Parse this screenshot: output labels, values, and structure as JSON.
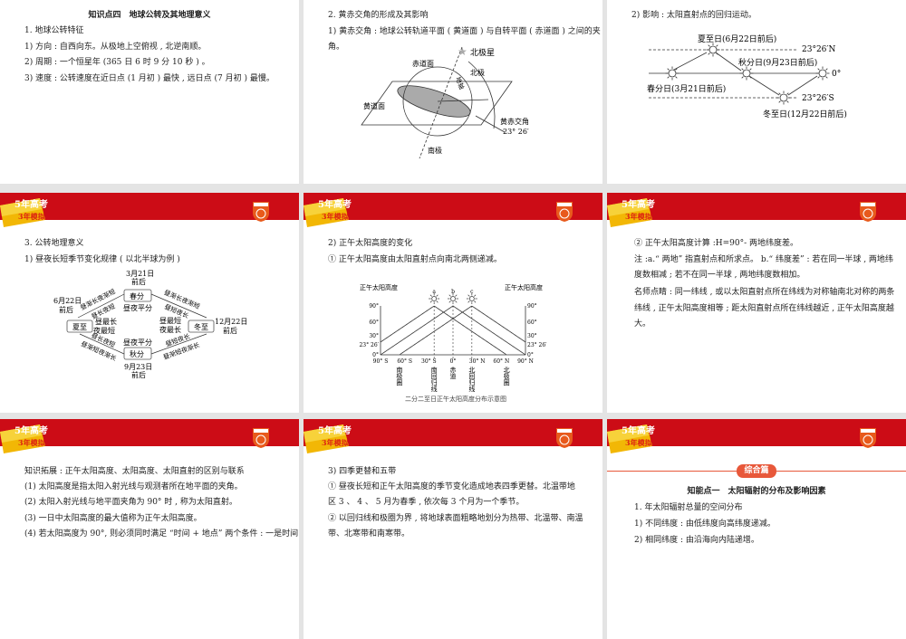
{
  "colors": {
    "header_red": "#cc0c16",
    "accent_orange": "#e8583a",
    "background": "#e4e4e4"
  },
  "logo": {
    "text_top": "5年高考",
    "text_bottom": "3年模拟"
  },
  "slide1": {
    "title": "知识点四　地球公转及其地理意义",
    "lines": [
      "1. 地球公转特征",
      "1) 方向 : 自西向东。从极地上空俯视 , 北逆南顺。",
      "2) 周期 : 一个恒星年 (365 日 6 时 9 分 10 秒 ) 。",
      "3) 速度 : 公转速度在近日点 (1 月初 ) 最快 , 远日点 (7 月初 ) 最慢。"
    ]
  },
  "slide2": {
    "lines": [
      "2. 黄赤交角的形成及其影响",
      "1) 黄赤交角 : 地球公转轨道平面 ( 黄道面 ) 与自转平面 ( 赤道面 ) 之间的夹",
      "角。"
    ],
    "diagram": {
      "polaris": "北极星",
      "north_pole": "北极",
      "equator_plane": "赤道面",
      "axis": "地轴",
      "ecliptic_plane": "黄道面",
      "obliquity": "黄赤交角",
      "obliquity_value": "23° 26′",
      "south_pole": "南极"
    }
  },
  "slide3": {
    "lines": [
      "2) 影响 : 太阳直射点的回归运动。"
    ],
    "diagram": {
      "summer": "夏至日(6月22日前后)",
      "autumn": "秋分日(9月23日前后)",
      "spring": "春分日(3月21日前后)",
      "winter": "冬至日(12月22日前后)",
      "lat_n": "23°26′N",
      "lat_0": "0°",
      "lat_s": "23°26′S"
    }
  },
  "slide4": {
    "lines": [
      "3. 公转地理意义",
      "1) 昼夜长短季节变化规律 ( 以北半球为例 )"
    ],
    "diagram": {
      "spring": "春分",
      "summer": "夏至",
      "autumn": "秋分",
      "winter": "冬至",
      "spring_date": "3月21日",
      "after": "前后",
      "summer_date": "6月22日",
      "winter_date": "12月22日",
      "autumn_date": "9月23日",
      "equal": "昼夜平分",
      "summer_state1": "昼最长",
      "summer_state2": "夜最短",
      "winter_state1": "昼最短",
      "winter_state2": "夜最长",
      "sp_su_outer": "昼渐长夜渐短",
      "sp_su_inner": "昼长夜短",
      "sp_wi_outer": "昼渐长夜渐短",
      "sp_wi_inner": "昼短夜长",
      "su_au_inner": "昼长夜短",
      "su_au_outer": "昼渐短夜渐长",
      "au_wi_inner": "昼短夜长",
      "au_wi_outer": "昼渐短夜渐长"
    }
  },
  "slide5": {
    "lines": [
      "2) 正午太阳高度的变化",
      "① 正午太阳高度由太阳直射点向南北两侧递减。"
    ],
    "diagram": {
      "axis_title": "正午太阳高度",
      "y_ticks": [
        "90°",
        "60°",
        "30°",
        "23° 26′",
        "0°"
      ],
      "x_ticks": [
        "90° S",
        "60° S",
        "30° S",
        "0°",
        "30° N",
        "60° N",
        "90° N"
      ],
      "suns": [
        "a",
        "b",
        "c"
      ],
      "lines": [
        "南极圈",
        "南回归线",
        "赤道",
        "北回归线",
        "北极圈"
      ],
      "caption": "二分二至日正午太阳高度分布示意图"
    }
  },
  "slide6": {
    "lines": [
      "② 正午太阳高度计算 :H=90°- 两地纬度差。",
      "注 :a.“ 两地” 指直射点和所求点。 b.“ 纬度差” : 若在同一半球 , 两地纬",
      "度数相减 ; 若不在同一半球 , 两地纬度数相加。",
      "名师点睛 : 同一纬线 , 或以太阳直射点所在纬线为对称轴南北对称的两条",
      "纬线 , 正午太阳高度相等 ; 距太阳直射点所在纬线越近 , 正午太阳高度越",
      "大。"
    ]
  },
  "slide7": {
    "lines": [
      "知识拓展 : 正午太阳高度、太阳高度、太阳直射的区别与联系",
      "(1) 太阳高度是指太阳入射光线与观测者所在地平面的夹角。",
      "(2) 太阳入射光线与地平面夹角为 90° 时 , 称为太阳直射。",
      "(3) 一日中太阳高度的最大值称为正午太阳高度。",
      "(4) 若太阳高度为 90°, 则必须同时满足 “时间 + 地点” 两个条件 : 一是时间"
    ]
  },
  "slide8": {
    "lines": [
      "3) 四季更替和五带",
      "① 昼夜长短和正午太阳高度的季节变化造成地表四季更替。北温带地",
      "区 3 、 4 、 5 月为春季 , 依次每 3 个月为一个季节。",
      "② 以回归线和极圈为界 , 将地球表面粗略地划分为热带、北温带、南温",
      "带、北寒带和南寒带。"
    ]
  },
  "slide9": {
    "section": "综合篇",
    "title": "知能点一　太阳辐射的分布及影响因素",
    "lines": [
      "1. 年太阳辐射总量的空间分布",
      "1) 不同纬度 : 由低纬度向高纬度递减。",
      "2) 相同纬度 : 由沿海向内陆递增。"
    ]
  }
}
